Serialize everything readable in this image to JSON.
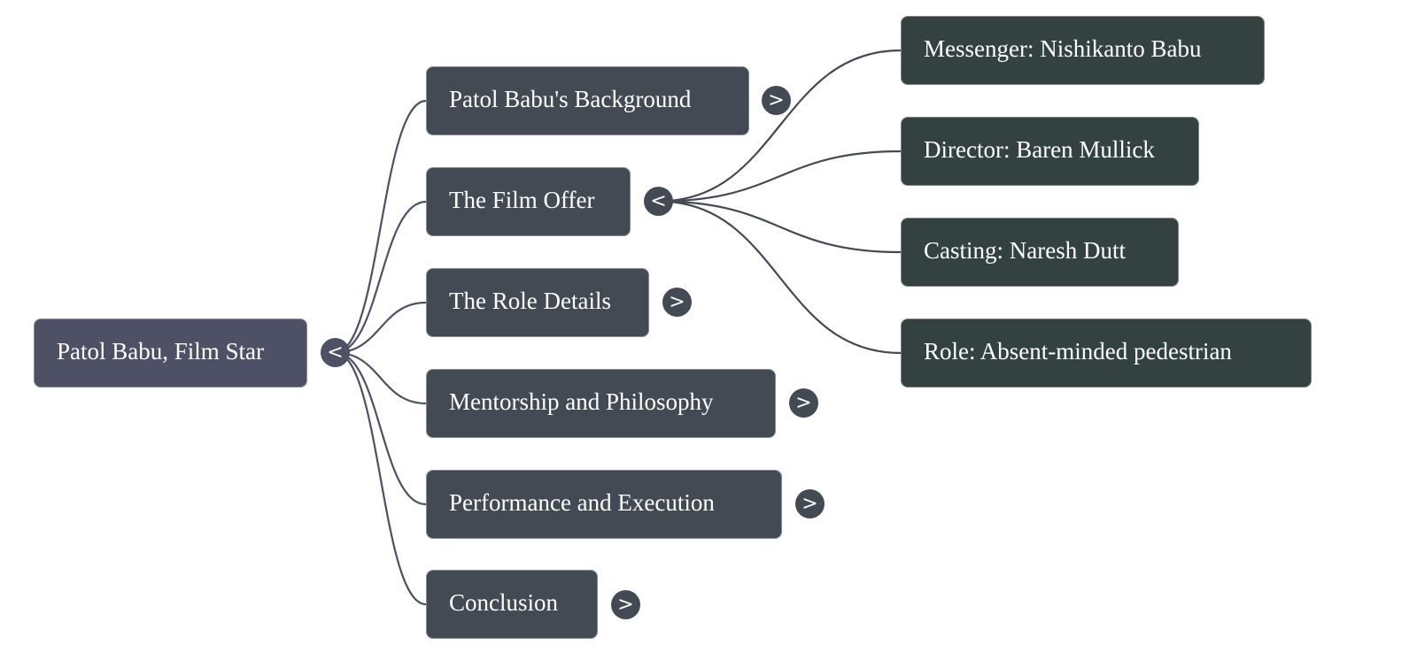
{
  "mindmap": {
    "title": "Patol Babu, Film Star",
    "colors": {
      "root": "#4e5166",
      "level1": "#434a54",
      "level2": "#334240",
      "root_link": "#4e5166",
      "level1_link": "#434a54"
    },
    "root": {
      "label": "Patol Babu, Film Star",
      "toggle": "<",
      "expanded": true
    },
    "branches": [
      {
        "label": "Patol Babu's Background",
        "toggle": ">",
        "expanded": false
      },
      {
        "label": "The Film Offer",
        "toggle": "<",
        "expanded": true,
        "children": [
          {
            "label": "Messenger: Nishikanto Babu"
          },
          {
            "label": "Director: Baren Mullick"
          },
          {
            "label": "Casting: Naresh Dutt"
          },
          {
            "label": "Role: Absent-minded pedestrian"
          }
        ]
      },
      {
        "label": "The Role Details",
        "toggle": ">",
        "expanded": false
      },
      {
        "label": "Mentorship and Philosophy",
        "toggle": ">",
        "expanded": false
      },
      {
        "label": "Performance and Execution",
        "toggle": ">",
        "expanded": false
      },
      {
        "label": "Conclusion",
        "toggle": ">",
        "expanded": false
      }
    ]
  }
}
